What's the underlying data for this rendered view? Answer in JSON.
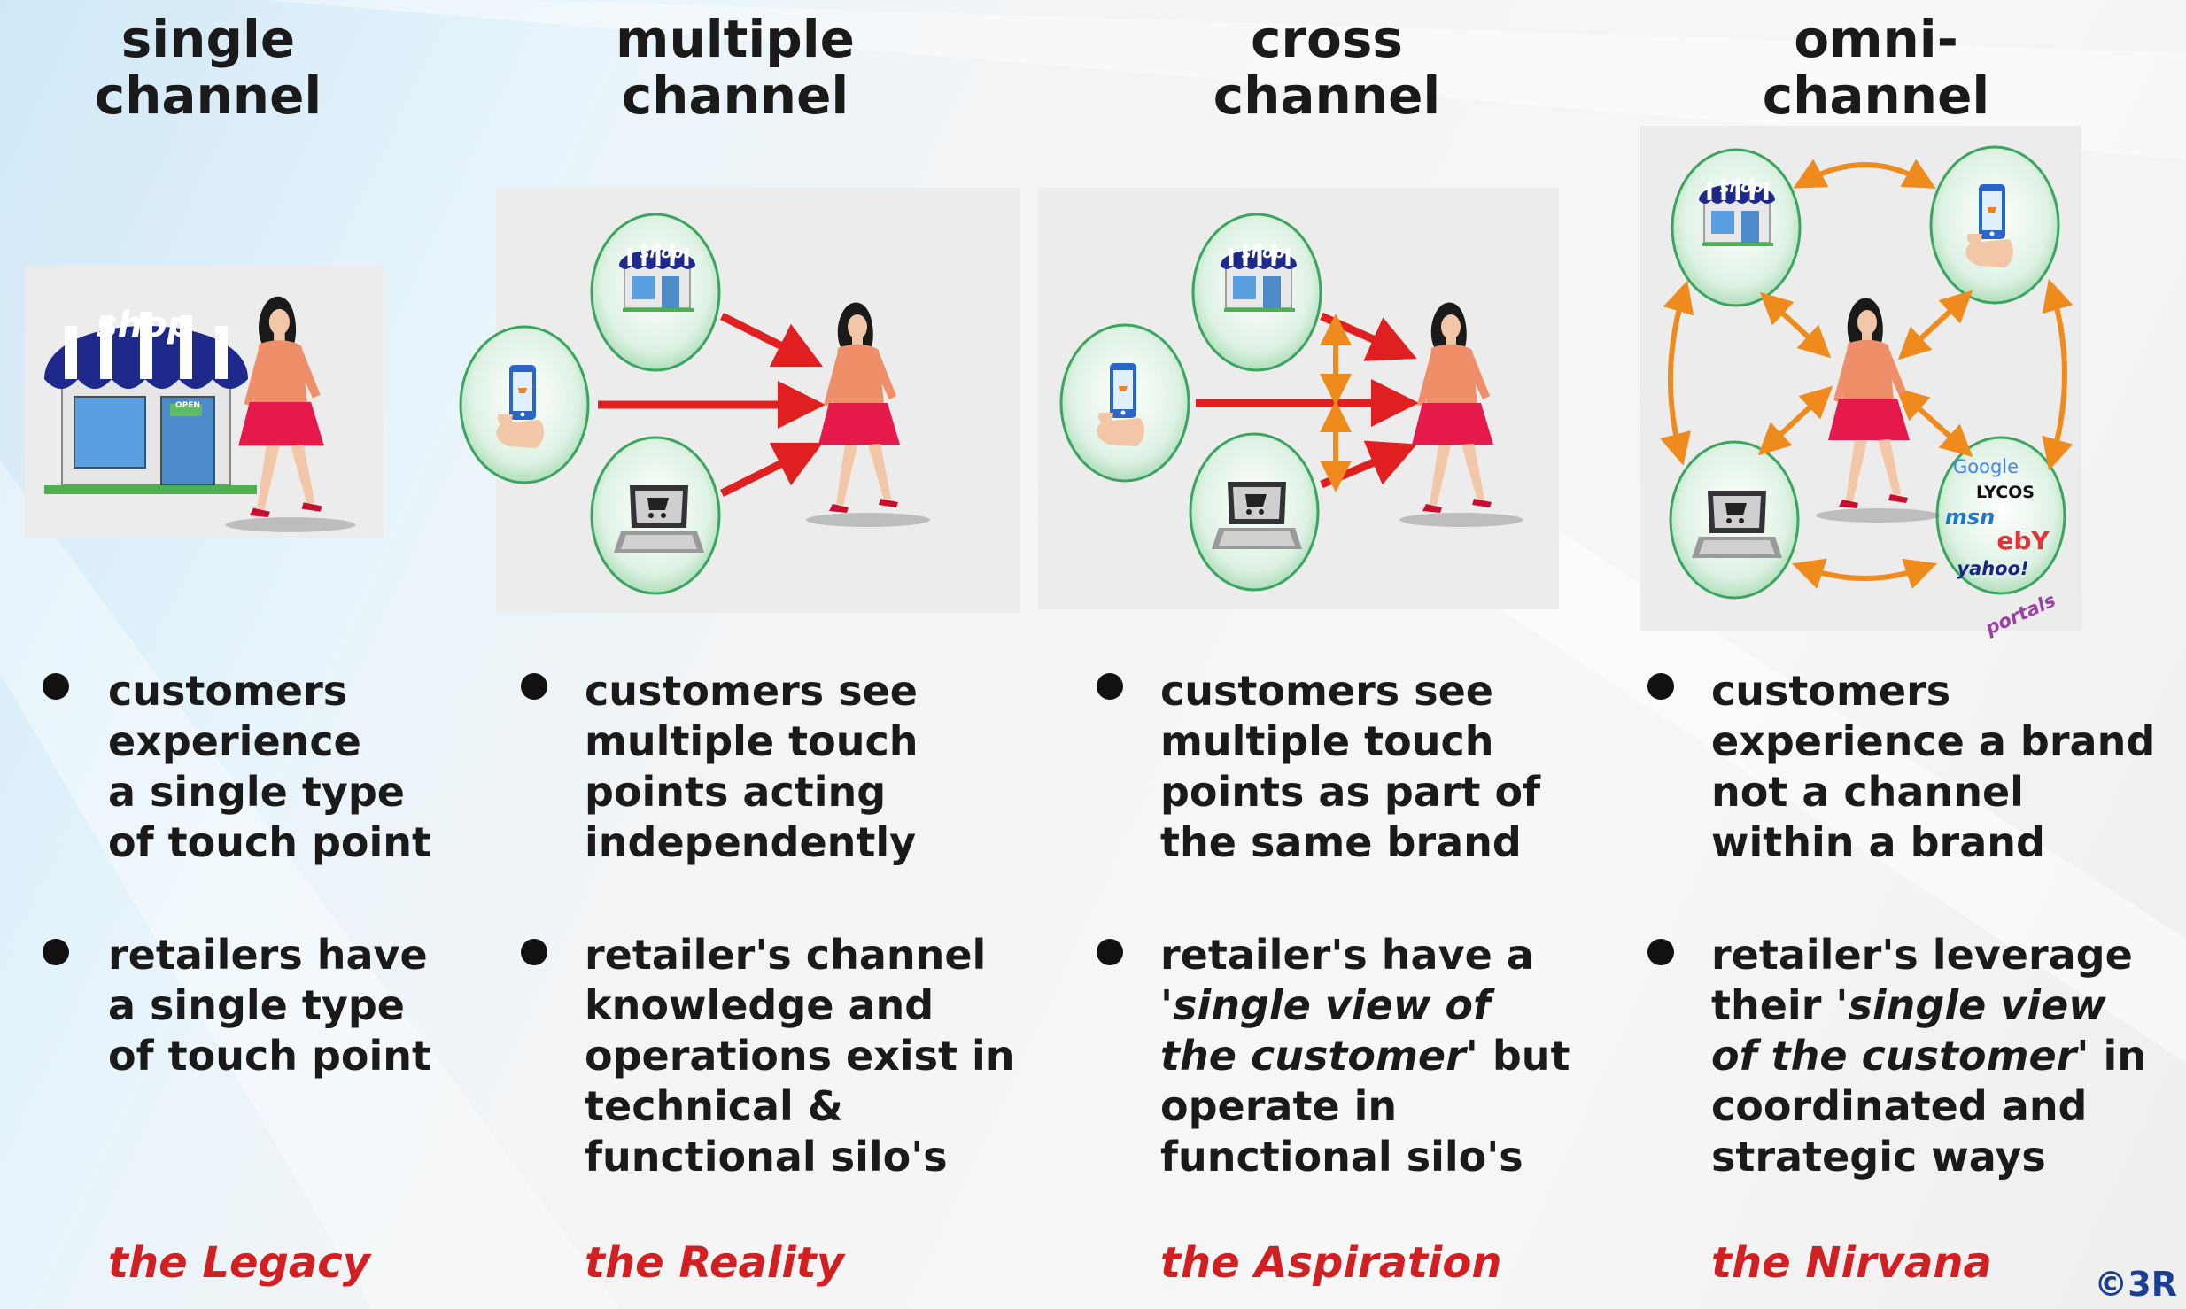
{
  "columns": [
    {
      "title_line1": "single",
      "title_line2": "channel",
      "bullet1": [
        "customers",
        "experience",
        "a single type",
        "of touch point"
      ],
      "bullet2": [
        "retailers have",
        "a single type",
        "of touch point"
      ],
      "tagline": "the Legacy"
    },
    {
      "title_line1": "multiple",
      "title_line2": "channel",
      "bullet1": [
        "customers see",
        "multiple touch",
        "points acting",
        "independently"
      ],
      "bullet2": [
        "retailer's channel",
        "knowledge and",
        "operations exist in",
        "technical &",
        "functional silo's"
      ],
      "tagline": "the Reality"
    },
    {
      "title_line1": "cross",
      "title_line2": "channel",
      "bullet1": [
        "customers see",
        "multiple touch",
        "points as part of",
        "the same brand"
      ],
      "bullet2": [
        "retailer's have a",
        "'single view of",
        "the customer' but",
        "operate in",
        "functional silo's"
      ],
      "tagline": "the Aspiration"
    },
    {
      "title_line1": "omni-",
      "title_line2": "channel",
      "bullet1": [
        "customers",
        "experience a brand",
        "not a channel",
        "within a brand"
      ],
      "bullet2": [
        "retailer's leverage",
        "their 'single view",
        "of the customer' in",
        "coordinated and",
        "strategic ways"
      ],
      "tagline": "the Nirvana"
    }
  ],
  "illustration": {
    "shop_sign": "shop",
    "open_sign": "OPEN",
    "portals": [
      "Google",
      "LYCOS",
      "msn",
      "ebY",
      "yahoo!"
    ],
    "portals_label": "portals"
  },
  "copyright": "©3R",
  "colors": {
    "accent_red": "#d21f22",
    "arrow_red": "#e02020",
    "arrow_orange": "#ef8a1c",
    "circle_green": "#3aa55c",
    "awning_blue": "#1d2a8c"
  }
}
